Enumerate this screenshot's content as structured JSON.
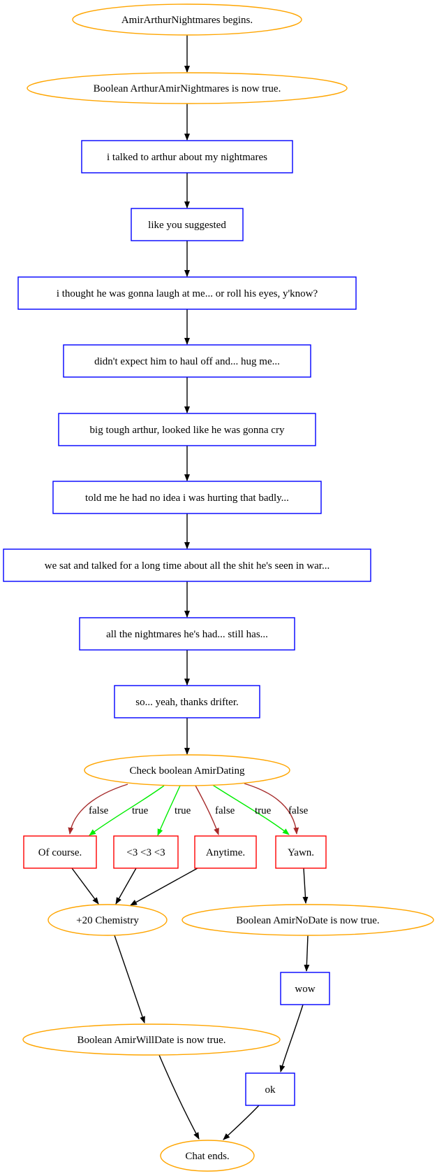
{
  "colors": {
    "event_node": "#ffa500",
    "dialogue_node": "#0000ff",
    "choice_node": "#ff0000",
    "default_edge": "#000000",
    "true_edge": "#00ee00",
    "false_edge": "#a52a2a"
  },
  "nodes": [
    {
      "id": "start",
      "shape": "ellipse",
      "kind": "event",
      "label": "AmirArthurNightmares begins."
    },
    {
      "id": "set_nightmares",
      "shape": "ellipse",
      "kind": "event",
      "label": "Boolean ArthurAmirNightmares is now true."
    },
    {
      "id": "d1",
      "shape": "box",
      "kind": "dialogue",
      "label": "i talked to arthur about my nightmares"
    },
    {
      "id": "d2",
      "shape": "box",
      "kind": "dialogue",
      "label": "like you suggested"
    },
    {
      "id": "d3",
      "shape": "box",
      "kind": "dialogue",
      "label": "i thought he was gonna laugh at me... or roll his eyes, y'know?"
    },
    {
      "id": "d4",
      "shape": "box",
      "kind": "dialogue",
      "label": "didn't expect him to haul off and... hug me..."
    },
    {
      "id": "d5",
      "shape": "box",
      "kind": "dialogue",
      "label": "big tough arthur, looked like he was gonna cry"
    },
    {
      "id": "d6",
      "shape": "box",
      "kind": "dialogue",
      "label": "told me he had no idea i was hurting that badly..."
    },
    {
      "id": "d7",
      "shape": "box",
      "kind": "dialogue",
      "label": "we sat and talked for a long time about all the shit he's seen in war..."
    },
    {
      "id": "d8",
      "shape": "box",
      "kind": "dialogue",
      "label": "all the nightmares he's had... still has..."
    },
    {
      "id": "d9",
      "shape": "box",
      "kind": "dialogue",
      "label": "so... yeah, thanks drifter."
    },
    {
      "id": "check",
      "shape": "ellipse",
      "kind": "event",
      "label": "Check boolean AmirDating"
    },
    {
      "id": "c_ofcourse",
      "shape": "box",
      "kind": "choice",
      "label": "Of course."
    },
    {
      "id": "c_hearts",
      "shape": "box",
      "kind": "choice",
      "label": "<3 <3 <3"
    },
    {
      "id": "c_anytime",
      "shape": "box",
      "kind": "choice",
      "label": "Anytime."
    },
    {
      "id": "c_yawn",
      "shape": "box",
      "kind": "choice",
      "label": "Yawn."
    },
    {
      "id": "chem",
      "shape": "ellipse",
      "kind": "event",
      "label": "+20 Chemistry"
    },
    {
      "id": "nodate",
      "shape": "ellipse",
      "kind": "event",
      "label": "Boolean AmirNoDate is now true."
    },
    {
      "id": "wow",
      "shape": "box",
      "kind": "dialogue",
      "label": "wow"
    },
    {
      "id": "willdate",
      "shape": "ellipse",
      "kind": "event",
      "label": "Boolean AmirWillDate is now true."
    },
    {
      "id": "ok",
      "shape": "box",
      "kind": "dialogue",
      "label": "ok"
    },
    {
      "id": "end",
      "shape": "ellipse",
      "kind": "event",
      "label": "Chat ends."
    }
  ],
  "edges": [
    {
      "from": "start",
      "to": "set_nightmares",
      "condition": ""
    },
    {
      "from": "set_nightmares",
      "to": "d1",
      "condition": ""
    },
    {
      "from": "d1",
      "to": "d2",
      "condition": ""
    },
    {
      "from": "d2",
      "to": "d3",
      "condition": ""
    },
    {
      "from": "d3",
      "to": "d4",
      "condition": ""
    },
    {
      "from": "d4",
      "to": "d5",
      "condition": ""
    },
    {
      "from": "d5",
      "to": "d6",
      "condition": ""
    },
    {
      "from": "d6",
      "to": "d7",
      "condition": ""
    },
    {
      "from": "d7",
      "to": "d8",
      "condition": ""
    },
    {
      "from": "d8",
      "to": "d9",
      "condition": ""
    },
    {
      "from": "d9",
      "to": "check",
      "condition": ""
    },
    {
      "from": "check",
      "to": "c_ofcourse",
      "condition": "false",
      "label": "false"
    },
    {
      "from": "check",
      "to": "c_ofcourse",
      "condition": "true",
      "label": "true"
    },
    {
      "from": "check",
      "to": "c_hearts",
      "condition": "true",
      "label": "true"
    },
    {
      "from": "check",
      "to": "c_anytime",
      "condition": "false",
      "label": "false"
    },
    {
      "from": "check",
      "to": "c_yawn",
      "condition": "true",
      "label": "true"
    },
    {
      "from": "check",
      "to": "c_yawn",
      "condition": "false",
      "label": "false"
    },
    {
      "from": "c_ofcourse",
      "to": "chem",
      "condition": ""
    },
    {
      "from": "c_hearts",
      "to": "chem",
      "condition": ""
    },
    {
      "from": "c_anytime",
      "to": "chem",
      "condition": ""
    },
    {
      "from": "c_yawn",
      "to": "nodate",
      "condition": ""
    },
    {
      "from": "nodate",
      "to": "wow",
      "condition": ""
    },
    {
      "from": "chem",
      "to": "willdate",
      "condition": ""
    },
    {
      "from": "wow",
      "to": "ok",
      "condition": ""
    },
    {
      "from": "willdate",
      "to": "end",
      "condition": ""
    },
    {
      "from": "ok",
      "to": "end",
      "condition": ""
    }
  ]
}
